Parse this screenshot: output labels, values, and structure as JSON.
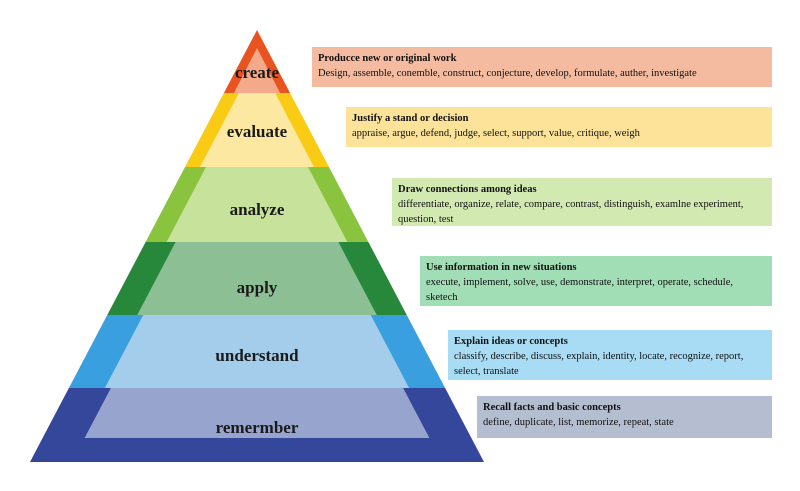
{
  "levels": [
    {
      "id": "create",
      "label": "create",
      "outer_color": "#E8531F",
      "inner_color": "#F4A98A",
      "box_color": "#F5BBA0",
      "title": "Producce new or original work",
      "verbs": "Design, assemble, conemble, construct, conjecture, develop, formulate, auther, investigate"
    },
    {
      "id": "evaluate",
      "label": "evaluate",
      "outer_color": "#F9CB15",
      "inner_color": "#FCE8A0",
      "box_color": "#FCE399",
      "title": "Justify a stand or decision",
      "verbs": "appraise, argue, defend, judge, select, support, value, critique, weigh"
    },
    {
      "id": "analyze",
      "label": "analyze",
      "outer_color": "#8AC43E",
      "inner_color": "#C7E29B",
      "box_color": "#D2E9B2",
      "title": "Draw connections among ideas",
      "verbs": "differentiate, organize, relate, compare, contrast, distinguish, examlne experiment, question, test"
    },
    {
      "id": "apply",
      "label": "apply",
      "outer_color": "#27883C",
      "inner_color": "#8DBF95",
      "box_color": "#A1DDB5",
      "title": "Use information in new situations",
      "verbs": "execute, implement, solve, use, demonstrate, interpret, operate, schedule, sketech"
    },
    {
      "id": "understand",
      "label": "understand",
      "outer_color": "#3A9FDE",
      "inner_color": "#A3CDEB",
      "box_color": "#A8DCF4",
      "title": "Explain ideas or concepts",
      "verbs": "classify, describe, discuss, explain, identity, locate, recognize, report, select, translate"
    },
    {
      "id": "remember",
      "label": "remermber",
      "outer_color": "#34479A",
      "inner_color": "#97A5CE",
      "box_color": "#B5BDD0",
      "title": "Recall facts and basic concepts",
      "verbs": "define, duplicate, list, memorize, repeat, state"
    }
  ]
}
